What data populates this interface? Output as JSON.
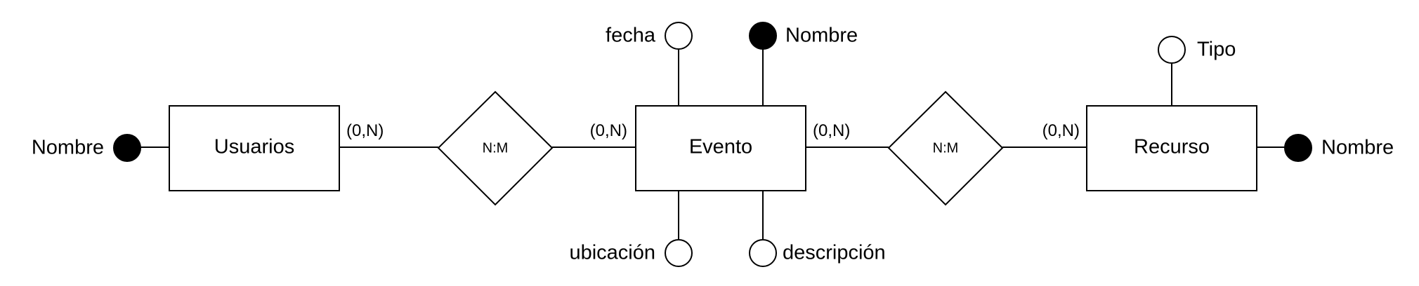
{
  "entities": {
    "usuarios": "Usuarios",
    "evento": "Evento",
    "recurso": "Recurso"
  },
  "relationships": {
    "left": "N:M",
    "right": "N:M"
  },
  "cardinalities": {
    "usuarios_side": "(0,N)",
    "evento_left_side": "(0,N)",
    "evento_right_side": "(0,N)",
    "recurso_side": "(0,N)"
  },
  "attributes": {
    "usuarios_nombre": "Nombre",
    "evento_fecha": "fecha",
    "evento_nombre": "Nombre",
    "evento_ubicacion": "ubicación",
    "evento_descripcion": "descripción",
    "recurso_tipo": "Tipo",
    "recurso_nombre": "Nombre"
  },
  "colors": {
    "stroke": "#000000",
    "key_attribute_fill": "#000000",
    "plain_attribute_fill": "#ffffff"
  }
}
